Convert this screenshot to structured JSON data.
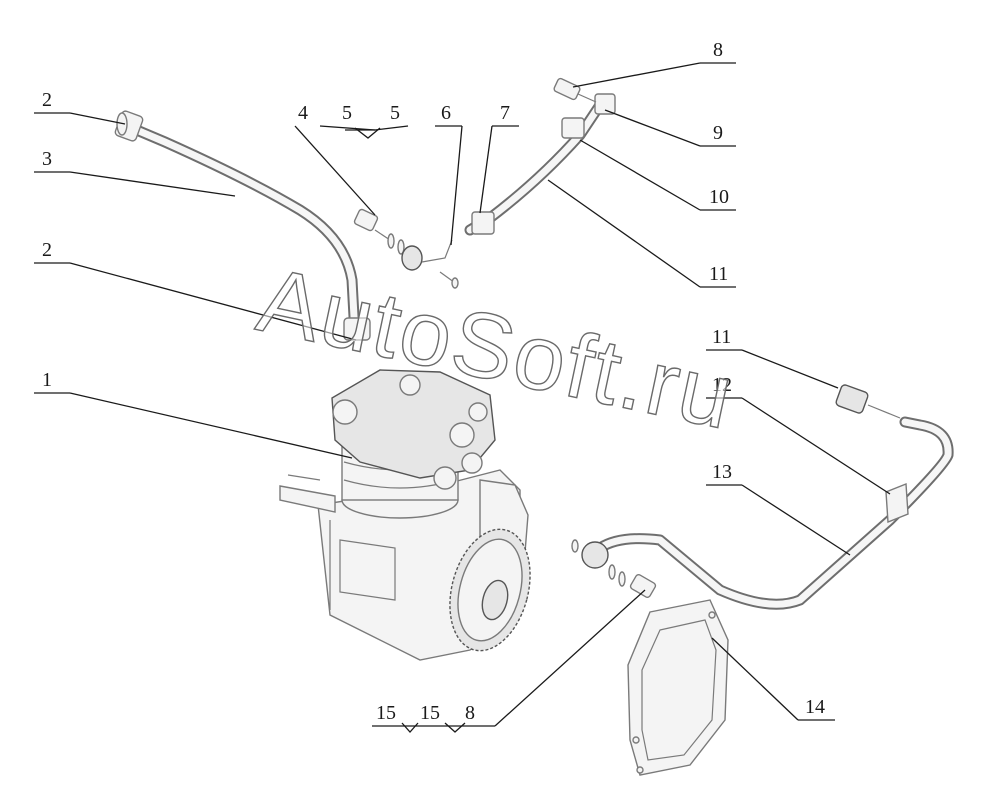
{
  "watermark": "AutoSoft.ru",
  "callouts": [
    {
      "id": "c2a",
      "text": "2"
    },
    {
      "id": "c3",
      "text": "3"
    },
    {
      "id": "c2b",
      "text": "2"
    },
    {
      "id": "c1",
      "text": "1"
    },
    {
      "id": "c4",
      "text": "4"
    },
    {
      "id": "c5a",
      "text": "5"
    },
    {
      "id": "c5b",
      "text": "5"
    },
    {
      "id": "c6",
      "text": "6"
    },
    {
      "id": "c7",
      "text": "7"
    },
    {
      "id": "c8a",
      "text": "8"
    },
    {
      "id": "c9",
      "text": "9"
    },
    {
      "id": "c10",
      "text": "10"
    },
    {
      "id": "c11a",
      "text": "11"
    },
    {
      "id": "c11b",
      "text": "11"
    },
    {
      "id": "c12",
      "text": "12"
    },
    {
      "id": "c13",
      "text": "13"
    },
    {
      "id": "c14",
      "text": "14"
    },
    {
      "id": "c15a",
      "text": "15"
    },
    {
      "id": "c15b",
      "text": "15"
    },
    {
      "id": "c8b",
      "text": "8"
    }
  ]
}
